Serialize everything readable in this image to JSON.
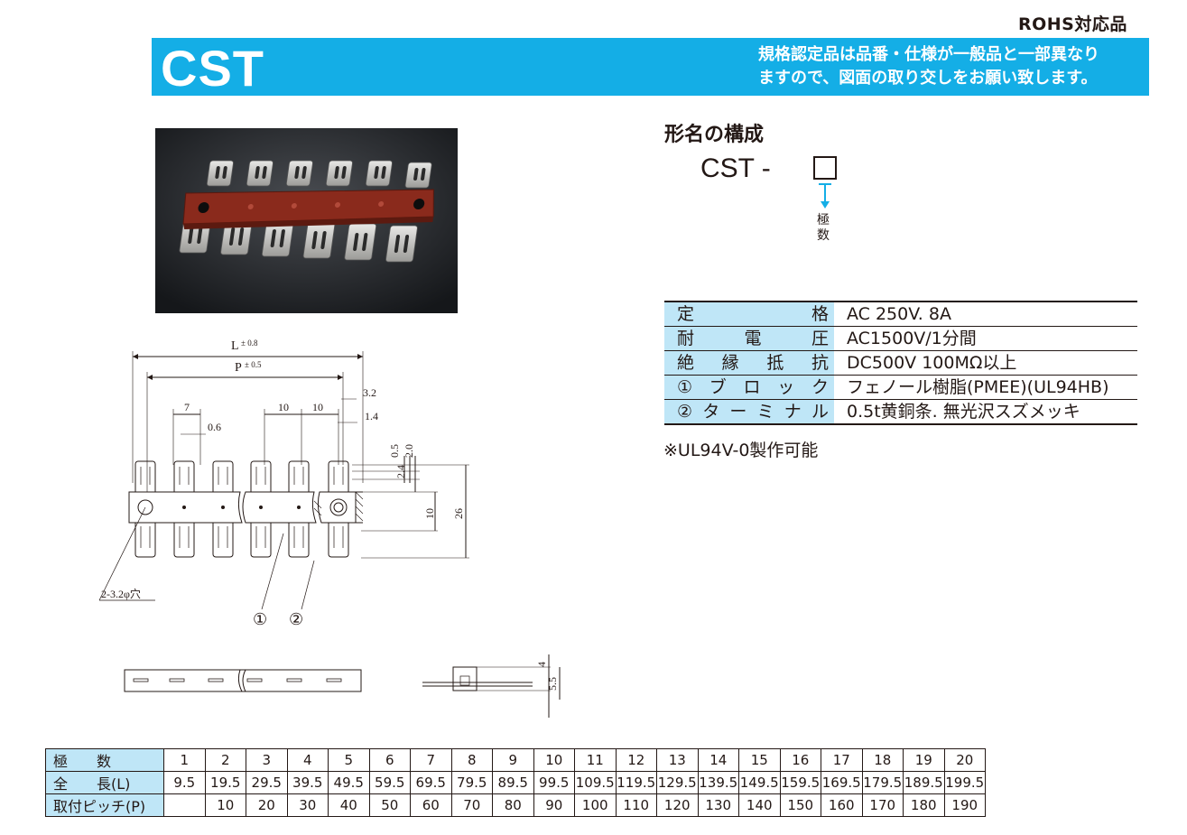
{
  "header": {
    "rohs_label": "ROHS対応品",
    "title": "CST",
    "note_line1": "規格認定品は品番・仕様が一般品と一部異なり",
    "note_line2": "ますので、図面の取り交しをお願い致します。"
  },
  "part_number": {
    "heading": "形名の構成",
    "code": "CST -",
    "poles_label": "極数"
  },
  "specs": [
    {
      "key": "定格",
      "value": "AC 250V. 8A"
    },
    {
      "key": "耐電圧",
      "value": "AC1500V/1分間"
    },
    {
      "key": "絶縁抵抗",
      "value": "DC500V 100MΩ以上"
    },
    {
      "key": "①ブロック",
      "value": "フェノール樹脂(PMEE)(UL94HB)"
    },
    {
      "key": "②ターミナル",
      "value": "0.5t黄銅条.  無光沢スズメッキ"
    }
  ],
  "spec_note": "※UL94V-0製作可能",
  "drawing": {
    "dim_L": "L",
    "tol_L": "± 0.8",
    "dim_P": "P",
    "tol_P": "± 0.5",
    "d7": "7",
    "d0_6": "0.6",
    "d10a": "10",
    "d10b": "10",
    "d3_2": "3.2",
    "d1_4": "1.4",
    "d0_5": "0.5",
    "d2_0": "2.0",
    "d2_4": "2.4",
    "d10v": "10",
    "d26": "26",
    "hole": "2-3.2φ穴",
    "mark1": "①",
    "mark2": "②",
    "d4": "4",
    "d5_5": "5.5"
  },
  "dimension_table": {
    "rows": [
      {
        "label": "極　　数",
        "cells": [
          "1",
          "2",
          "3",
          "4",
          "5",
          "6",
          "7",
          "8",
          "9",
          "10",
          "11",
          "12",
          "13",
          "14",
          "15",
          "16",
          "17",
          "18",
          "19",
          "20"
        ]
      },
      {
        "label": "全　　長(L)",
        "cells": [
          "9.5",
          "19.5",
          "29.5",
          "39.5",
          "49.5",
          "59.5",
          "69.5",
          "79.5",
          "89.5",
          "99.5",
          "109.5",
          "119.5",
          "129.5",
          "139.5",
          "149.5",
          "159.5",
          "169.5",
          "179.5",
          "189.5",
          "199.5"
        ]
      },
      {
        "label": "取付ピッチ(P)",
        "cells": [
          "",
          "10",
          "20",
          "30",
          "40",
          "50",
          "60",
          "70",
          "80",
          "90",
          "100",
          "110",
          "120",
          "130",
          "140",
          "150",
          "160",
          "170",
          "180",
          "190"
        ]
      }
    ]
  },
  "colors": {
    "banner": "#14aee6",
    "table_header": "#bfe6f7",
    "block_red": "#8a2a1c"
  }
}
